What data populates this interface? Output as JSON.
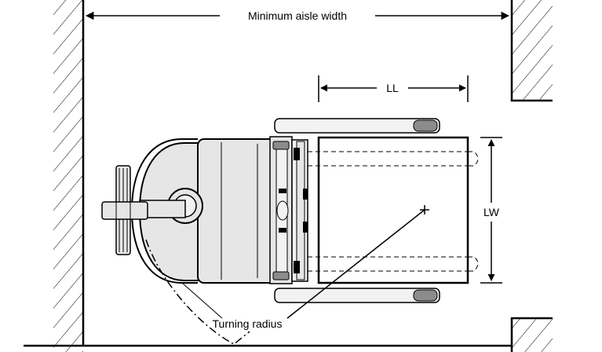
{
  "labels": {
    "aisle_width": "Minimum aisle width",
    "load_length": "LL",
    "load_width": "LW",
    "turning_radius": "Turning radius"
  },
  "colors": {
    "ink": "#000000",
    "body_fill": "#e6e6e6",
    "light_fill": "#f2f2f2",
    "background": "#ffffff"
  }
}
